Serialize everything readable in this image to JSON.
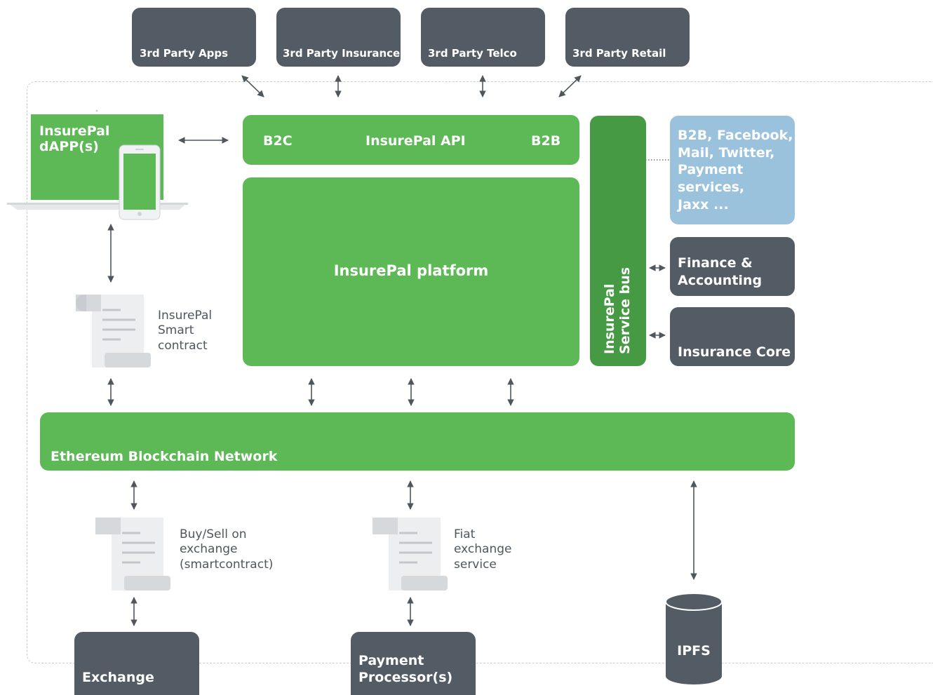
{
  "third_party": {
    "apps": "3rd Party Apps",
    "insurance": "3rd Party Insurance",
    "telco": "3rd Party Telco",
    "retail": "3rd Party Retail"
  },
  "dapp": {
    "line1": "InsurePal",
    "line2": "dAPP(s)"
  },
  "api": {
    "left": "B2C",
    "center": "InsurePal API",
    "right": "B2B"
  },
  "platform": {
    "label": "InsurePal platform"
  },
  "service_bus": {
    "line1": "InsurePal",
    "line2": "Service bus"
  },
  "integrations": {
    "line1": "B2B, Facebook,",
    "line2": "Mail, Twitter,",
    "line3": "Payment",
    "line4": "services,",
    "line5": "Jaxx ..."
  },
  "finance": {
    "line1": "Finance &",
    "line2": "Accounting"
  },
  "insurance_core": {
    "label": "Insurance Core"
  },
  "smart_contract": {
    "line1": "InsurePal",
    "line2": "Smart",
    "line3": "contract"
  },
  "ethereum": {
    "label": "Ethereum Blockchain Network"
  },
  "buy_sell": {
    "line1": "Buy/Sell on",
    "line2": "exchange",
    "line3": "(smartcontract)"
  },
  "fiat": {
    "line1": "Fiat",
    "line2": "exchange",
    "line3": "service"
  },
  "exchange": {
    "label": "Exchange"
  },
  "payment": {
    "line1": "Payment",
    "line2": "Processor(s)"
  },
  "ipfs": {
    "label": "IPFS"
  },
  "colors": {
    "green": "#5cb955",
    "dark_green": "#469a43",
    "dark_gray": "#535c64",
    "light_blue": "#9ac2dc"
  }
}
